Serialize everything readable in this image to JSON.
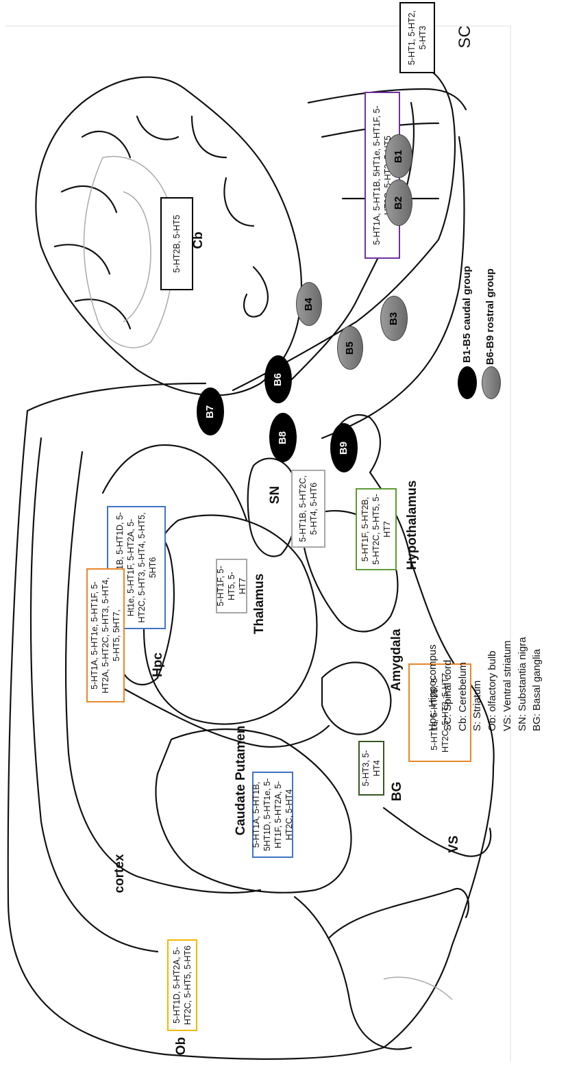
{
  "labels": {
    "sc": "SC",
    "cb": "Cb",
    "sn": "SN",
    "hypothalamus": "Hypothalamus",
    "thalamus": "Thalamus",
    "hpc": "Hpc",
    "amygdala": "Amygdala",
    "caudate_putamen": "Caudate Putamen",
    "bg": "BG",
    "vs": "VS",
    "cortex": "cortex",
    "ob": "Ob"
  },
  "receptor_boxes": {
    "sc": "5-HT1, 5-HT2, 5-HT3",
    "brainstem": "5-HT1A, 5-HT1B, 5HT1e, 5-HT1F, 5-HT2C, 5-HT3, 5-HT5",
    "cb": "5-HT2B, 5-HT5",
    "sn": "5-HT1B, 5-HT2C, 5-HT4, 5-HT6",
    "hypothalamus": "5-HT1F, 5-HT2B, 5-HT2C, 5-HT5, 5-HT7",
    "hpc": "5-HT1A, 5-HT1B, 5-HT1D, 5-Ht1e, 5-HT1F, 5-HT2A, 5-HT2C, 5-HT3, 5-HT4, 5-HT5, 5HT6",
    "thalamus": "5-HT1F, 5-HT5, 5-HT7",
    "cortex": "5-HT1A, 5-HT1e, 5-HT1F, 5-HT2A, 5-HT2C, 5-HT3, 5-HT4, 5-HT5, 5HT7,",
    "amygdala": "5-HT1e, 5-HT2B, 5-HT2C, 5-HT3, 5-HT7",
    "bg": "5-HT3, 5-HT4",
    "caudate_putamen": "5-HT1A, 5-HT1B, 5HT1D, 5-HT1e, 5-HT1F, 5-HT2A, 5-HT2C, 5-HT4",
    "ob": "5-HT1D, 5-HT2A, 5-HT2C, 5-HT5, 5-HT6"
  },
  "nuclei": {
    "b1": "B1",
    "b2": "B2",
    "b3": "B3",
    "b4": "B4",
    "b5": "B5",
    "b6": "B6",
    "b7": "B7",
    "b8": "B8",
    "b9": "B9"
  },
  "legend": {
    "caudal": "B1-B5 caudal group",
    "rostral": "B6-B9 rostral group"
  },
  "abbreviations": [
    "Hpc: Hippocompus",
    "SC: Spinal cord",
    "Cb: Cerebelum",
    "S: Striatum",
    "Ob: olfactory bulb",
    "VS: Ventral striatum",
    "SN: Substantia nigra",
    "BG: Basal ganglia"
  ],
  "colors": {
    "orange": "#e8872a",
    "blue": "#3f74c4",
    "purple": "#7030a0",
    "green": "#5e9a35",
    "dark_green": "#375623",
    "gold": "#f2b800",
    "grey": "#a6a6a6",
    "black": "#000000"
  }
}
